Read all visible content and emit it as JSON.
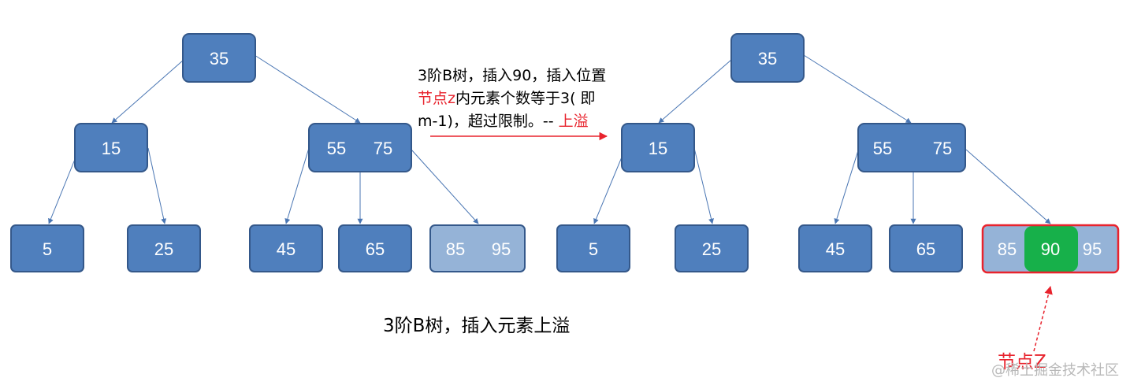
{
  "colors": {
    "node_fill": "#4f7fbd",
    "node_stroke": "#34588a",
    "light_fill": "#95b3d7",
    "highlight_green": "#17b04a",
    "overflow_red": "#e8232d",
    "edge": "#4a76b3"
  },
  "left_tree": {
    "root": [
      "35"
    ],
    "level1": [
      [
        "15"
      ],
      [
        "55",
        "75"
      ]
    ],
    "leaves": [
      [
        "5"
      ],
      [
        "25"
      ],
      [
        "45"
      ],
      [
        "65"
      ],
      [
        "85",
        "95"
      ]
    ]
  },
  "right_tree": {
    "root": [
      "35"
    ],
    "level1": [
      [
        "15"
      ],
      [
        "55",
        "75"
      ]
    ],
    "leaves": [
      [
        "5"
      ],
      [
        "25"
      ],
      [
        "45"
      ],
      [
        "65"
      ],
      [
        "85",
        "90",
        "95"
      ]
    ]
  },
  "annotation": {
    "line1": "3阶B树，插入90，插入位置",
    "line2_red": "节点z",
    "line2_rest": "内元素个数等于3( 即",
    "line3_rest": "m-1)，超过限制。-- ",
    "line3_red": "上溢"
  },
  "caption": "3阶B树，插入元素上溢",
  "node_z_label": "节点Z",
  "watermark": "@稀土掘金技术社区"
}
